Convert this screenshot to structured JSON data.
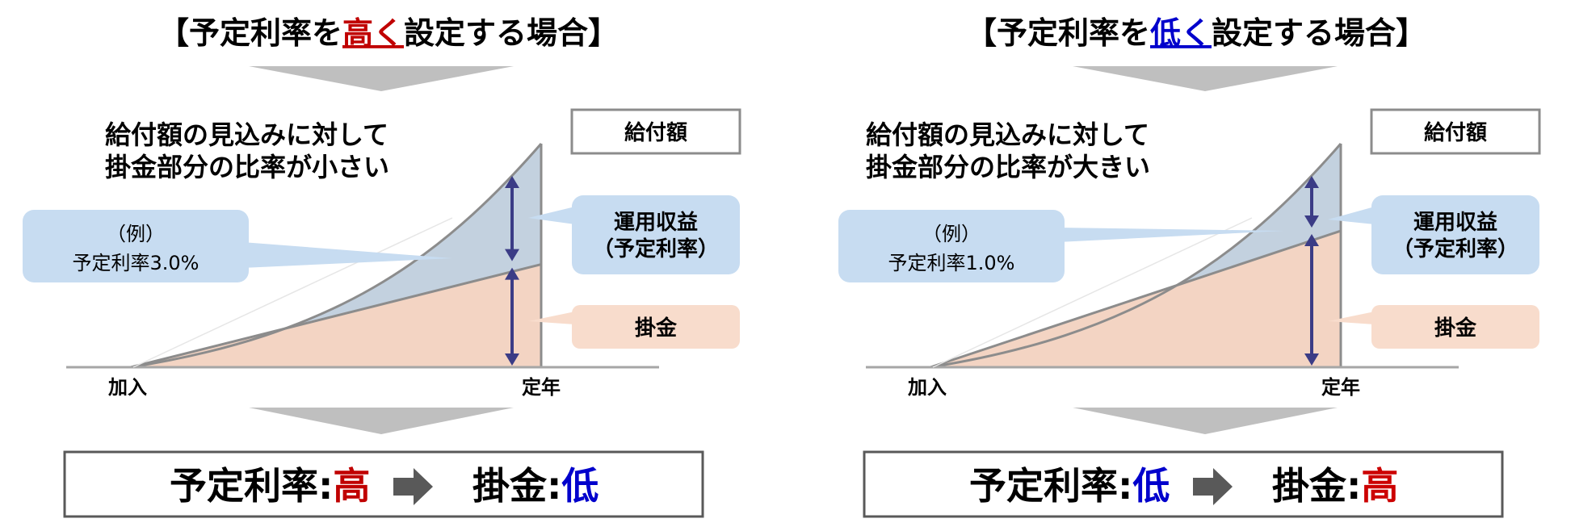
{
  "colors": {
    "high": "#c00000",
    "low": "#0000cc",
    "contribution_fill": "#f3d4c3",
    "return_fill": "#c3d1df",
    "callout_blue": "#c7dcf1",
    "callout_peach": "#f8dccc",
    "arrow": "#3b3c86",
    "chevron": "#bfbfbf",
    "frame": "#7f7f7f"
  },
  "left": {
    "title": {
      "prefix": "【予定利率を",
      "emphasis": "高く",
      "suffix": "設定する場合】"
    },
    "heading": [
      "給付額の見込みに対して",
      "掛金部分の比率が小さい"
    ],
    "legend_benefit": "給付額",
    "legend_returns": [
      "運用収益",
      "（予定利率）"
    ],
    "legend_contribution": "掛金",
    "example": [
      "（例）",
      "予定利率3.0%"
    ],
    "axis_start": "加入",
    "axis_end": "定年",
    "result": {
      "rate_label": "予定利率",
      "rate_value": "高",
      "contribution_label": "掛金",
      "contribution_value": "低"
    },
    "contribution_share": 0.46
  },
  "right": {
    "title": {
      "prefix": "【予定利率を",
      "emphasis": "低く",
      "suffix": "設定する場合】"
    },
    "heading": [
      "給付額の見込みに対して",
      "掛金部分の比率が大きい"
    ],
    "legend_benefit": "給付額",
    "legend_returns": [
      "運用収益",
      "（予定利率）"
    ],
    "legend_contribution": "掛金",
    "example": [
      "（例）",
      "予定利率1.0%"
    ],
    "axis_start": "加入",
    "axis_end": "定年",
    "result": {
      "rate_label": "予定利率",
      "rate_value": "低",
      "contribution_label": "掛金",
      "contribution_value": "高"
    },
    "contribution_share": 0.61
  }
}
